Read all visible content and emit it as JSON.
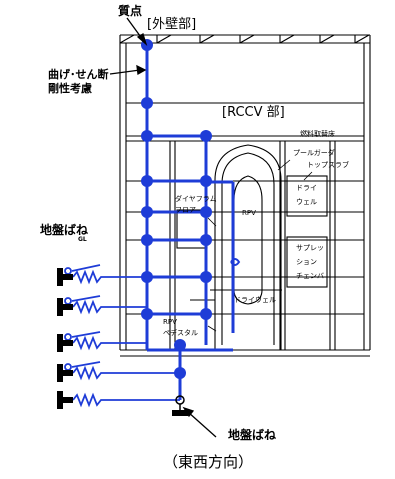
{
  "labels": {
    "mass_point": "質点",
    "outer_wall": "[外壁部]",
    "bending_shear_1": "曲げ･せん断",
    "bending_shear_2": "剛性考慮",
    "rccv": "[RCCV 部]",
    "fuel_floor": "燃料取替床",
    "pool_girder": "プールガーダ",
    "top_slab": "トップスラブ",
    "diaphragm_1": "ダイヤフラム",
    "diaphragm_2": "フロア",
    "rpv": "RPV",
    "drywell_box_1": "ドライ",
    "drywell_box_2": "ウェル",
    "suppression_1": "サプレッ",
    "suppression_2": "ション",
    "suppression_3": "チェンバ",
    "drywell_lower": "ドライウェル",
    "rpv_pedestal_1": "RPV",
    "rpv_pedestal_2": "ペデスタル",
    "ground_spring_top": "地盤ばね",
    "gl": "GL",
    "ground_spring_bottom": "地盤ばね",
    "direction": "（東西方向）"
  },
  "colors": {
    "model": "#1e3cd7",
    "building": "#000000"
  }
}
